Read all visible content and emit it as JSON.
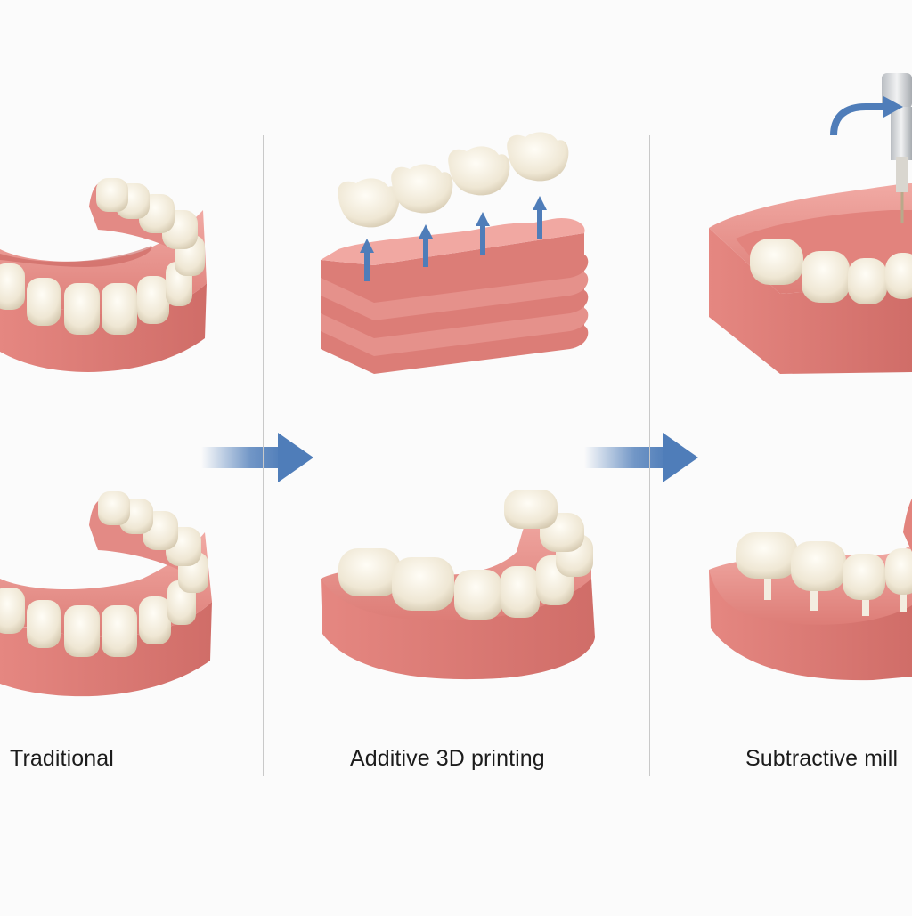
{
  "captions": {
    "traditional": "Traditional",
    "additive": "Additive 3D printing",
    "subtractive": "Subtractive mill"
  },
  "icons": {
    "flow_arrow": "right-arrow-icon",
    "lift_arrow": "up-arrow-icon",
    "toolpath_arrow": "curved-arrow-icon",
    "milling_tool": "milling-spindle-icon"
  },
  "colors": {
    "background": "#fbfbfb",
    "gum": "#e98f8a",
    "gum_dark": "#d67570",
    "gum_light": "#f3b3ad",
    "tooth": "#f4eee0",
    "tooth_shade": "#d8ceb9",
    "arrow_blue": "#4f7db9",
    "divider": "#c9c9c9",
    "text": "#1c1c1c"
  }
}
